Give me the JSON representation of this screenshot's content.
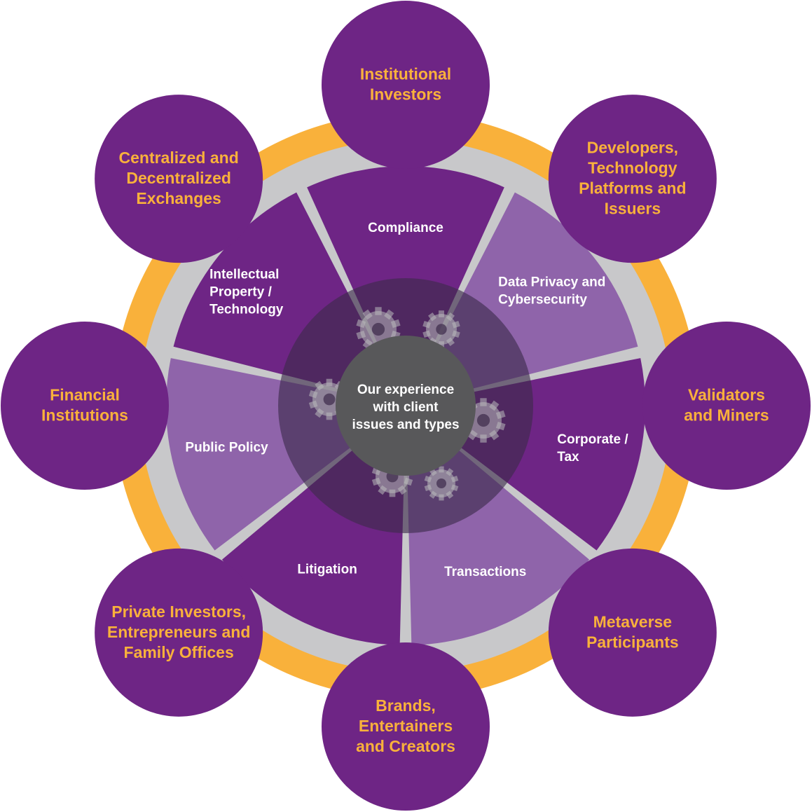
{
  "center": {
    "lines": [
      "Our experience",
      "with client",
      "issues and types"
    ]
  },
  "issues": [
    {
      "id": "compliance",
      "lines": [
        "Compliance"
      ],
      "shade": "dark"
    },
    {
      "id": "data-privacy",
      "lines": [
        "Data Privacy and",
        "Cybersecurity"
      ],
      "shade": "light"
    },
    {
      "id": "corporate-tax",
      "lines": [
        "Corporate /",
        "Tax"
      ],
      "shade": "dark"
    },
    {
      "id": "transactions",
      "lines": [
        "Transactions"
      ],
      "shade": "light"
    },
    {
      "id": "litigation",
      "lines": [
        "Litigation"
      ],
      "shade": "dark"
    },
    {
      "id": "public-policy",
      "lines": [
        "Public Policy"
      ],
      "shade": "light"
    },
    {
      "id": "ip-technology",
      "lines": [
        "Intellectual",
        "Property /",
        "Technology"
      ],
      "shade": "dark"
    }
  ],
  "clients": [
    {
      "id": "institutional-investors",
      "lines": [
        "Institutional",
        "Investors"
      ]
    },
    {
      "id": "developers",
      "lines": [
        "Developers,",
        "Technology",
        "Platforms and",
        "Issuers"
      ]
    },
    {
      "id": "validators-miners",
      "lines": [
        "Validators",
        "and Miners"
      ]
    },
    {
      "id": "metaverse",
      "lines": [
        "Metaverse",
        "Participants"
      ]
    },
    {
      "id": "brands",
      "lines": [
        "Brands,",
        "Entertainers",
        "and Creators"
      ]
    },
    {
      "id": "private-investors",
      "lines": [
        "Private Investors,",
        "Entrepreneurs and",
        "Family Offices"
      ]
    },
    {
      "id": "financial-institutions",
      "lines": [
        "Financial",
        "Institutions"
      ]
    },
    {
      "id": "exchanges",
      "lines": [
        "Centralized and",
        "Decentralized",
        "Exchanges"
      ]
    }
  ],
  "colors": {
    "outer_ring": "#f9b13b",
    "gray_ring": "#c8c8ca",
    "purple_dark": "#6e2585",
    "purple_light": "#8f64aa",
    "hub_overlay": "#3c2a4a",
    "center_circle": "#58585a",
    "gear": "#b9b9bc",
    "client_text": "#f9b13b",
    "issue_text": "#ffffff"
  }
}
